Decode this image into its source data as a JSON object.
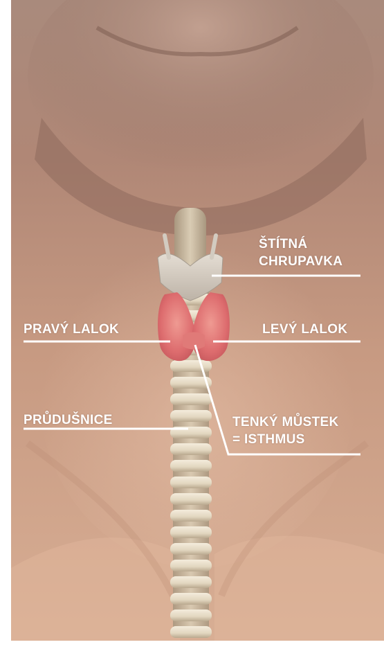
{
  "labels": {
    "thyroid_cartilage": {
      "line1": "ŠTÍTNÁ",
      "line2": "CHRUPAVKA"
    },
    "right_lobe": "PRAVÝ LALOK",
    "left_lobe": "LEVÝ LALOK",
    "trachea": "PRŮDUŠNICE",
    "isthmus": {
      "line1": "TENKÝ MŮSTEK",
      "line2": "= ISTHMUS"
    }
  },
  "colors": {
    "skin": "#b98c76",
    "skin_light": "#d8b09a",
    "thyroid": "#e0787a",
    "cartilage": "#d6cec4",
    "trachea_ring": "#e6dcc8",
    "leader_line": "#ffffff",
    "label_text": "#ffffff"
  }
}
